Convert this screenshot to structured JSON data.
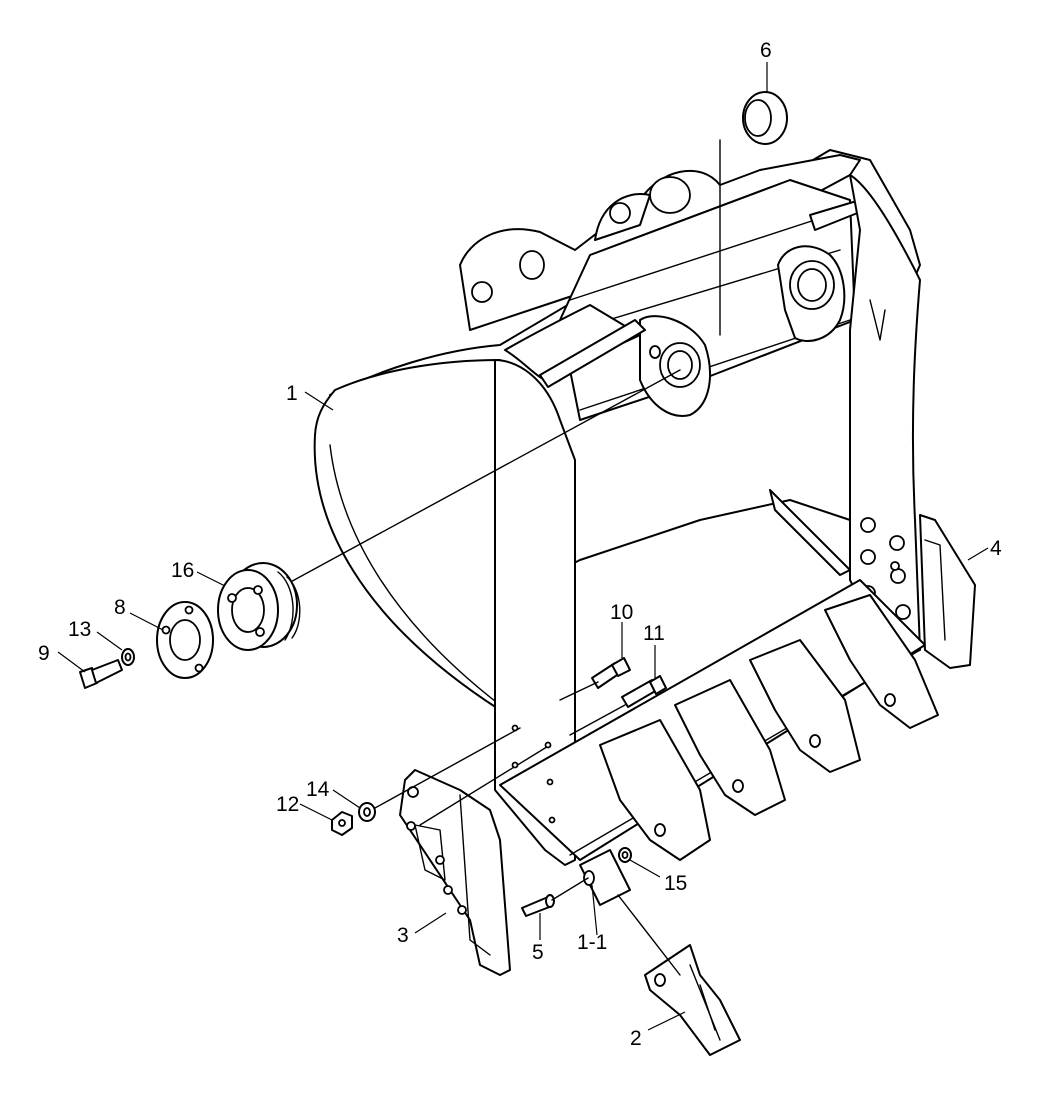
{
  "diagram": {
    "background": "#ffffff",
    "line_color": "#000000",
    "callouts": [
      {
        "id": "c-1",
        "label": "1"
      },
      {
        "id": "c-1-1",
        "label": "1-1"
      },
      {
        "id": "c-2",
        "label": "2"
      },
      {
        "id": "c-3",
        "label": "3"
      },
      {
        "id": "c-4",
        "label": "4"
      },
      {
        "id": "c-5",
        "label": "5"
      },
      {
        "id": "c-6",
        "label": "6"
      },
      {
        "id": "c-8",
        "label": "8"
      },
      {
        "id": "c-9",
        "label": "9"
      },
      {
        "id": "c-10",
        "label": "10"
      },
      {
        "id": "c-11",
        "label": "11"
      },
      {
        "id": "c-12",
        "label": "12"
      },
      {
        "id": "c-13",
        "label": "13"
      },
      {
        "id": "c-14",
        "label": "14"
      },
      {
        "id": "c-15",
        "label": "15"
      },
      {
        "id": "c-16",
        "label": "16"
      }
    ]
  }
}
